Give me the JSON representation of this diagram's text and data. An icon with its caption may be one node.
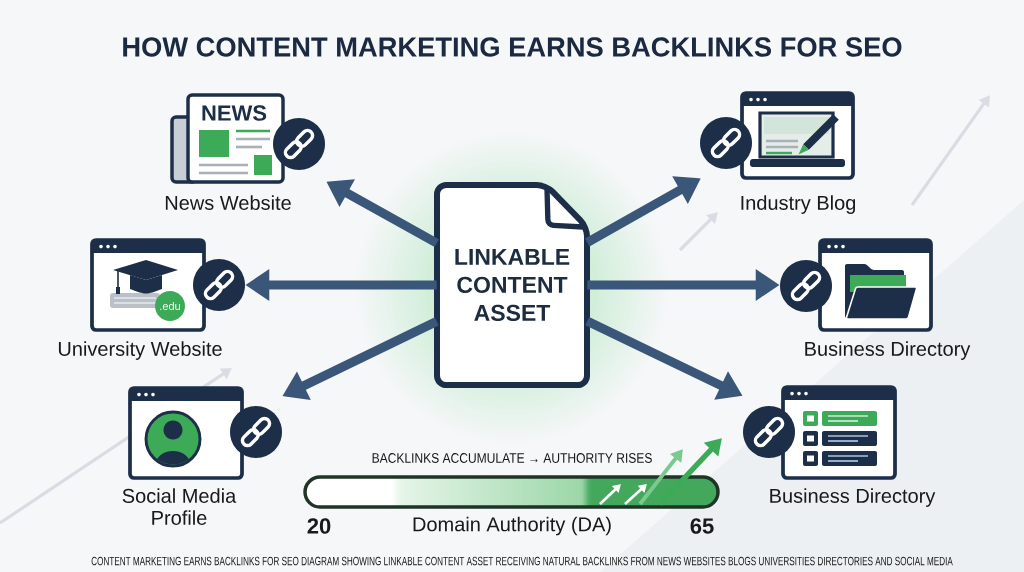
{
  "diagram": {
    "title": "HOW CONTENT MARKETING EARNS BACKLINKS FOR SEO",
    "caption": "CONTENT MARKETING EARNS BACKLINKS FOR SEO DIAGRAM SHOWING LINKABLE CONTENT ASSET RECEIVING NATURAL BACKLINKS FROM NEWS WEBSITES BLOGS UNIVERSITIES DIRECTORIES AND SOCIAL MEDIA",
    "nodes": [
      {
        "text": [
          "NEWS",
          "News Website"
        ]
      },
      {
        "text": [
          "Industry Blog"
        ]
      },
      {
        "text": [
          "LINKABLE CONTENT ASSET"
        ]
      },
      {
        "text": [
          ".edu",
          "University Website"
        ]
      },
      {
        "text": [
          "Business Directory"
        ]
      },
      {
        "text": [
          "Social Media Profile"
        ]
      },
      {
        "text": [
          "Business Directory"
        ]
      }
    ],
    "edges": [
      {
        "from": 2,
        "to": 0,
        "arrow": "to"
      },
      {
        "from": 2,
        "to": 1,
        "arrow": "to"
      },
      {
        "from": 2,
        "to": 3,
        "arrow": "to"
      },
      {
        "from": 2,
        "to": 4,
        "arrow": "to"
      },
      {
        "from": 2,
        "to": 5,
        "arrow": "to"
      },
      {
        "from": 2,
        "to": 6,
        "arrow": "to"
      }
    ],
    "labels": [
      "BACKLINKS ACCUMULATE → AUTHORITY RISES",
      "20",
      "Domain Authority (DA)",
      "65"
    ]
  }
}
